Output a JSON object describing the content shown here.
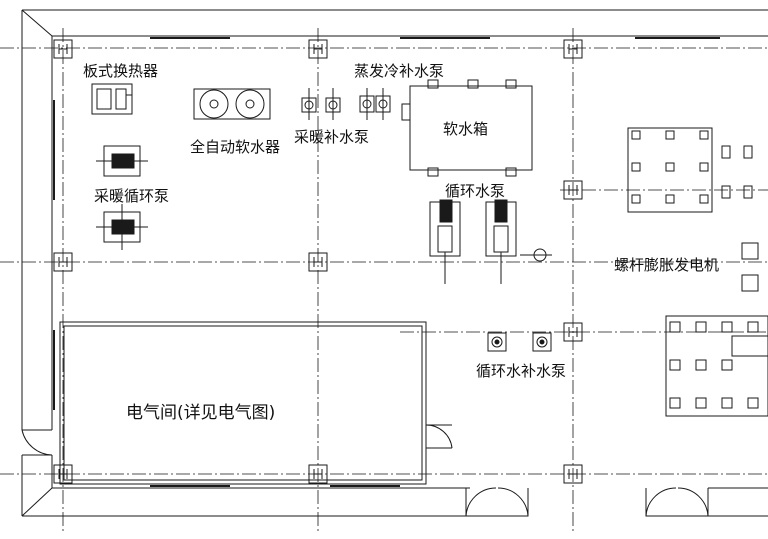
{
  "labels": {
    "plate_heat_exchanger": "板式换热器",
    "auto_softener": "全自动软水器",
    "heating_makeup_pump": "采暖补水泵",
    "steam_cold_makeup_pump": "蒸发冷补水泵",
    "soft_water_tank": "软水箱",
    "heating_circ_pump": "采暖循环泵",
    "circulating_pump": "循环水泵",
    "screw_expander_generator": "螺杆膨胀发电机",
    "circ_water_makeup_pump": "循环水补水泵",
    "electrical_room": "电气间(详见电气图)"
  },
  "colors": {
    "line": "#1a1a1a",
    "background": "#ffffff"
  },
  "icons": [
    "column-marker-icon",
    "pump-icon",
    "softener-tank-icon",
    "door-swing-icon"
  ]
}
